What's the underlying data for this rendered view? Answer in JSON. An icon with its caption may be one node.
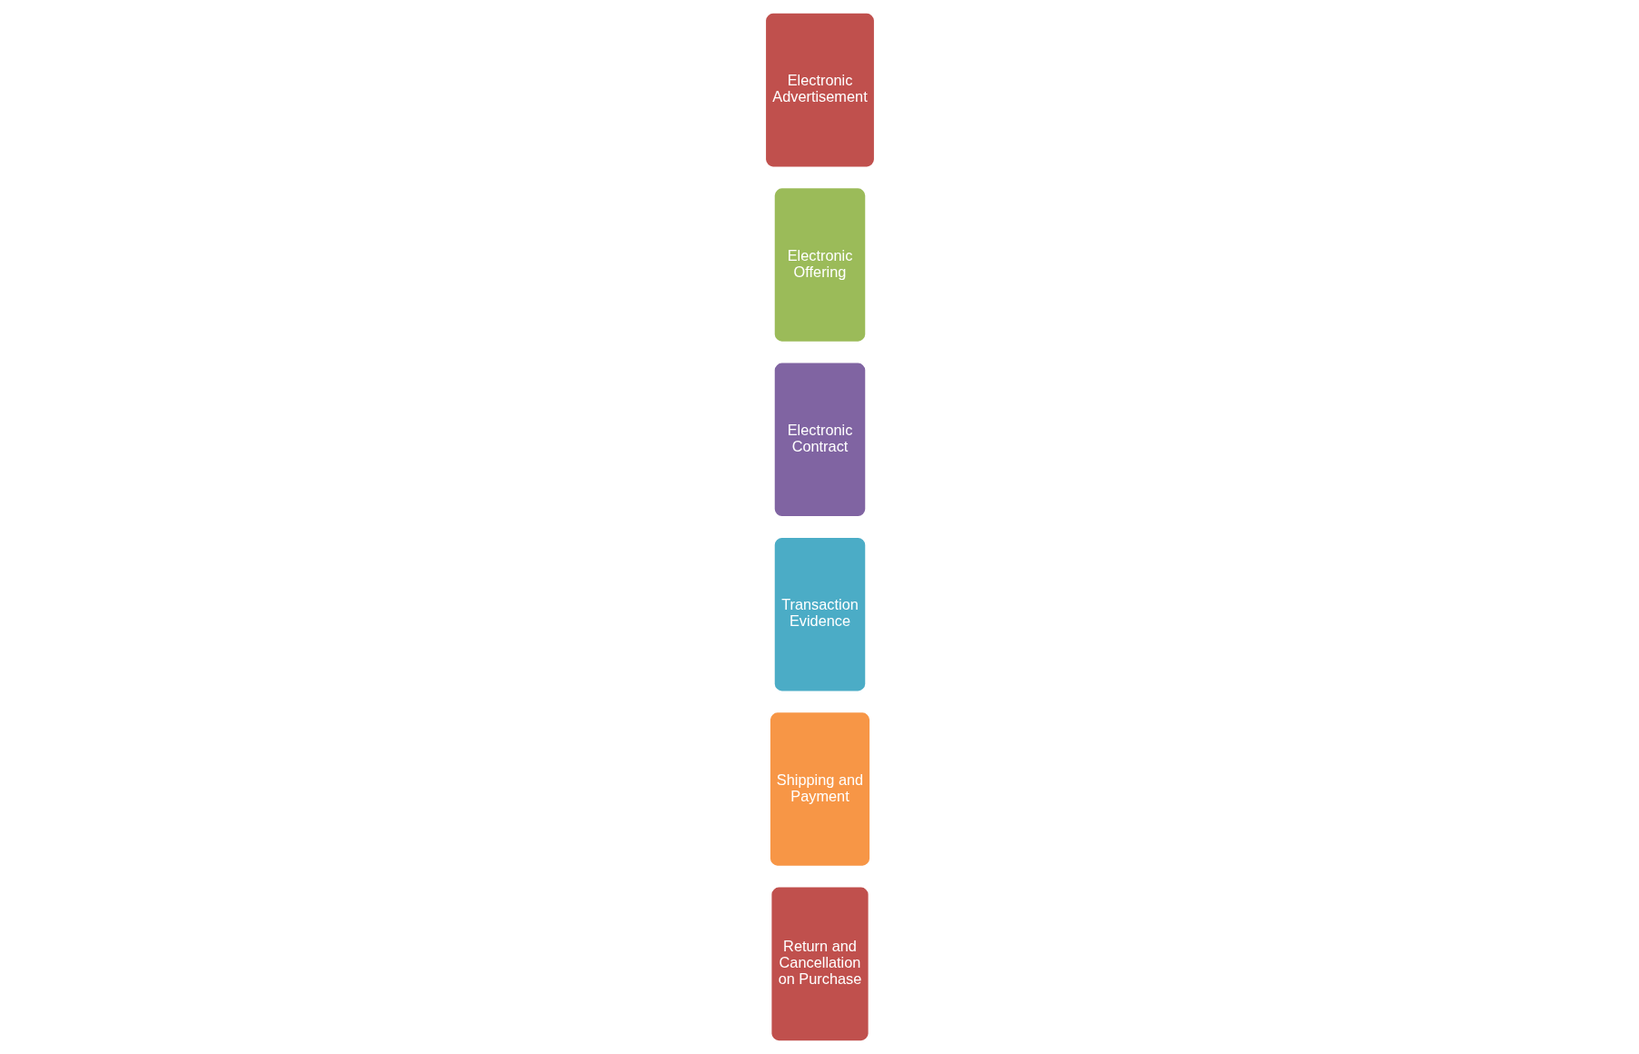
{
  "diagram": {
    "nodes": [
      {
        "text": [
          "Electronic Advertisement"
        ]
      },
      {
        "text": [
          "Electronic Offering"
        ]
      },
      {
        "text": [
          "Electronic Contract"
        ]
      },
      {
        "text": [
          "Transaction Evidence"
        ]
      },
      {
        "text": [
          "Shipping and Payment"
        ]
      },
      {
        "text": [
          "Return and Cancellation on Purchase"
        ]
      }
    ]
  }
}
